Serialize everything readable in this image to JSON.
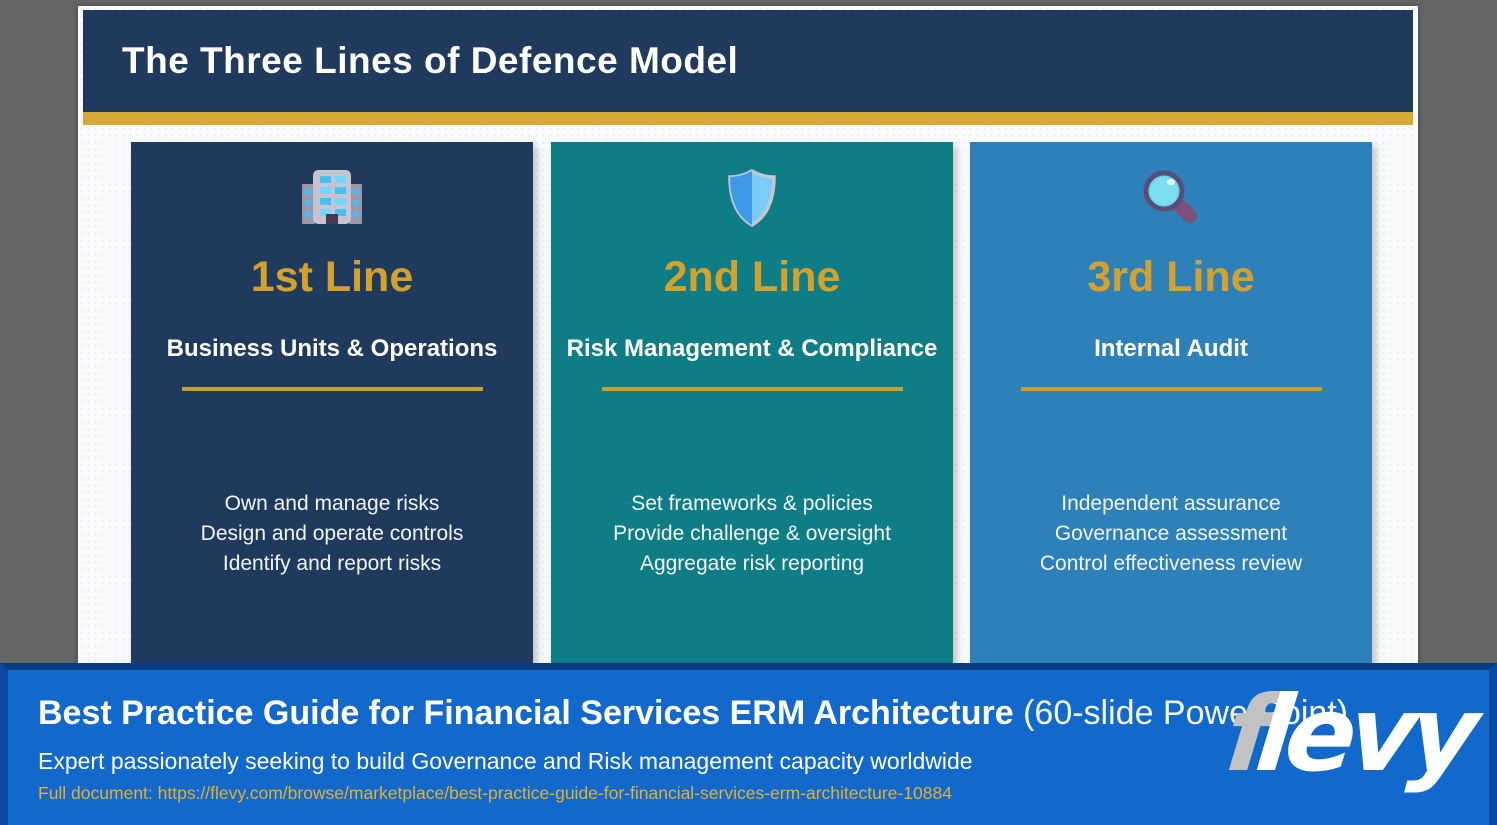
{
  "header": {
    "title": "The Three Lines of Defence Model"
  },
  "columns": [
    {
      "line": "1st Line",
      "role": "Business Units & Operations",
      "icon": "office-building-icon",
      "color": "#1F3A5C",
      "items": [
        "Own and manage risks",
        "Design and operate controls",
        "Identify and report risks"
      ]
    },
    {
      "line": "2nd Line",
      "role": "Risk Management & Compliance",
      "icon": "shield-icon",
      "color": "#0E7D85",
      "items": [
        "Set frameworks & policies",
        "Provide challenge & oversight",
        "Aggregate risk reporting"
      ]
    },
    {
      "line": "3rd Line",
      "role": "Internal Audit",
      "icon": "magnifying-glass-icon",
      "color": "#2E80B9",
      "items": [
        "Independent assurance",
        "Governance assessment",
        "Control effectiveness review"
      ]
    }
  ],
  "footer": {
    "title_bold": "Best Practice Guide for Financial Services ERM Architecture",
    "title_suffix": " (60-slide PowerPoint)",
    "subtitle": "Expert passionately seeking to build Governance and Risk management  capacity worldwide",
    "link": "Full document: https://flevy.com/browse/marketplace/best-practice-guide-for-financial-services-erm-architecture-10884",
    "logo_f": "f",
    "logo_rest": "levy"
  },
  "colors": {
    "header_navy": "#1F3A5C",
    "accent_gold": "#D4A937",
    "line_title_gold": "#D4A12C",
    "card1_navy": "#1F3A5C",
    "card2_teal": "#0E7D85",
    "card3_blue": "#2E80B9",
    "footer_blue": "#1268CB",
    "footer_border_blue": "#0B49A0",
    "link_gold": "#E3B02F",
    "logo_gray": "#C2C2C2",
    "outer_gray": "#666667"
  }
}
